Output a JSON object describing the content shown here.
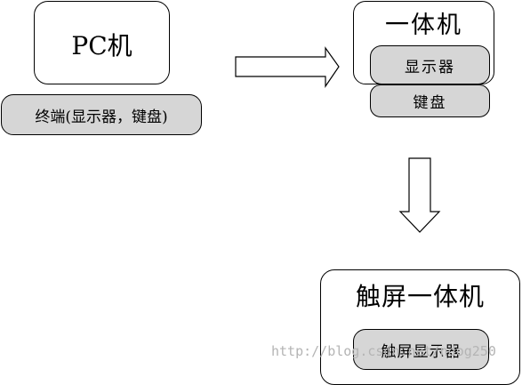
{
  "pc": {
    "title": "PC机",
    "terminal_label": "终端(显示器，键盘)"
  },
  "all_in_one": {
    "title": "一体机",
    "monitor_label": "显示器",
    "keyboard_label": "键盘"
  },
  "touch_all_in_one": {
    "title": "触屏一体机",
    "touch_monitor_label": "触屏显示器"
  },
  "watermark": "http://blog.csdn.net/ndog250",
  "colors": {
    "outline": "#000000",
    "pill_fill": "#d6d6d6",
    "background": "#ffffff",
    "watermark": "#b4b4b4"
  }
}
